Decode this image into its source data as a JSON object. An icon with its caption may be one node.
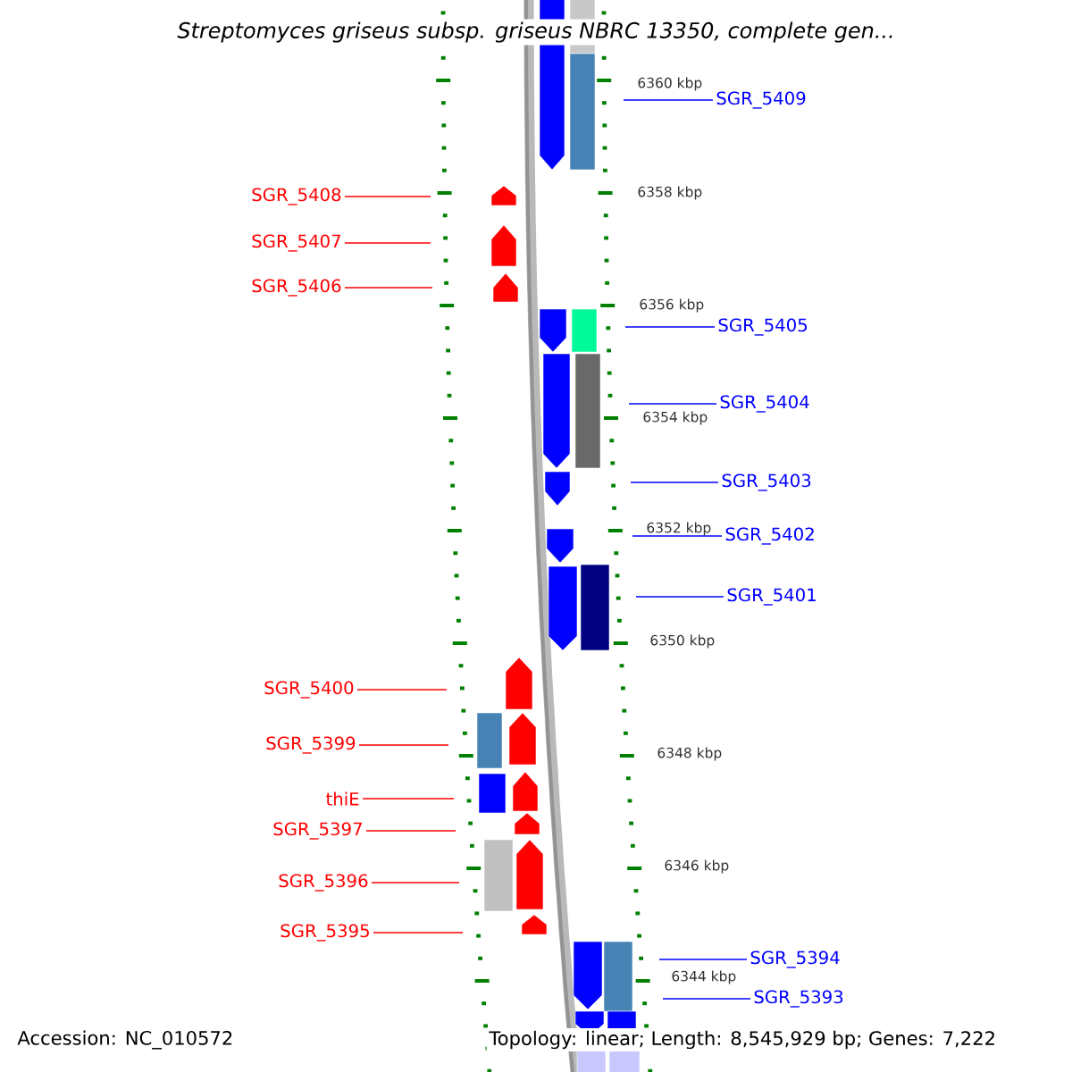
{
  "diagram": {
    "title": "Streptomyces griseus subsp. griseus NBRC 13350, complete gen...",
    "nodes": [
      {
        "text": [
          "SGR_5409"
        ]
      },
      {
        "text": [
          "SGR_5408"
        ]
      },
      {
        "text": [
          "SGR_5407"
        ]
      },
      {
        "text": [
          "SGR_5406"
        ]
      },
      {
        "text": [
          "SGR_5405"
        ]
      },
      {
        "text": [
          "SGR_5404"
        ]
      },
      {
        "text": [
          "SGR_5403"
        ]
      },
      {
        "text": [
          "SGR_5402"
        ]
      },
      {
        "text": [
          "SGR_5401"
        ]
      },
      {
        "text": [
          "SGR_5400"
        ]
      },
      {
        "text": [
          "SGR_5399"
        ]
      },
      {
        "text": [
          "thiE"
        ]
      },
      {
        "text": [
          "SGR_5397"
        ]
      },
      {
        "text": [
          "SGR_5396"
        ]
      },
      {
        "text": [
          "SGR_5395"
        ]
      },
      {
        "text": [
          "SGR_5394"
        ]
      },
      {
        "text": [
          "SGR_5393"
        ]
      }
    ],
    "edges": [
      {
        "from": 0,
        "to": null,
        "arrow": "none",
        "color": "#0000ff"
      },
      {
        "from": 1,
        "to": null,
        "arrow": "none"
      },
      {
        "from": 2,
        "to": null,
        "arrow": "none"
      },
      {
        "from": 3,
        "to": null,
        "arrow": "none"
      },
      {
        "from": 4,
        "to": null,
        "arrow": "none",
        "color": "#0000ff"
      },
      {
        "from": 5,
        "to": null,
        "arrow": "none",
        "color": "#0000ff"
      },
      {
        "from": 6,
        "to": null,
        "arrow": "none",
        "color": "#0000ff"
      },
      {
        "from": 7,
        "to": null,
        "arrow": "none",
        "color": "#0000ff"
      },
      {
        "from": 8,
        "to": null,
        "arrow": "none",
        "color": "#0000ff"
      },
      {
        "from": 9,
        "to": null,
        "arrow": "none"
      },
      {
        "from": 10,
        "to": null,
        "arrow": "none"
      },
      {
        "from": 11,
        "to": null,
        "arrow": "none"
      },
      {
        "from": 12,
        "to": null,
        "arrow": "none"
      },
      {
        "from": 13,
        "to": null,
        "arrow": "none"
      },
      {
        "from": 14,
        "to": null,
        "arrow": "none"
      },
      {
        "from": 15,
        "to": null,
        "arrow": "none",
        "color": "#0000ff"
      },
      {
        "from": 16,
        "to": null,
        "arrow": "none",
        "color": "#0000ff"
      }
    ],
    "labels": [
      "6360 kbp",
      "6358 kbp",
      "6356 kbp",
      "6354 kbp",
      "6352 kbp",
      "6350 kbp",
      "6348 kbp",
      "6346 kbp",
      "6344 kbp",
      "Accession: NC_010572",
      "Topology: linear; Length: 8,545,929 bp; Genes: 7,222"
    ]
  }
}
